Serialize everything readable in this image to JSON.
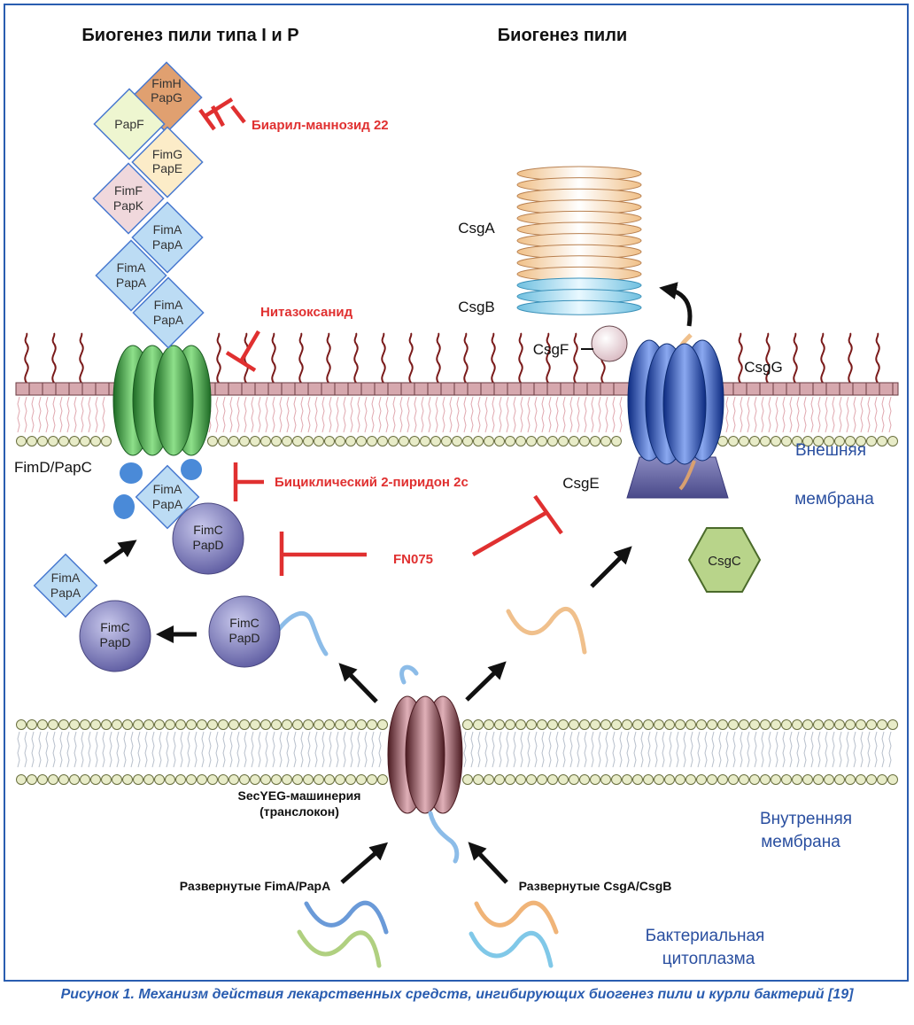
{
  "titles": {
    "left": "Биогенез пили  типа I и P",
    "right": "Биогенез пили"
  },
  "subunits": {
    "fimh": [
      "FimH",
      "PapG"
    ],
    "papf": "PapF",
    "fimg": [
      "FimG",
      "PapE"
    ],
    "fimf": [
      "FimF",
      "PapK"
    ],
    "fima": [
      "FimA",
      "PapA"
    ],
    "fimc": [
      "FimC",
      "PapD"
    ]
  },
  "labels": {
    "usher": "FimD/PapC",
    "csga": "CsgA",
    "csgb": "CsgB",
    "csgf": "CsgF",
    "csgg": "CsgG",
    "csge": "CsgE",
    "csgc": "CsgC",
    "outer_membrane": [
      "Внешняя",
      "мембрана"
    ],
    "inner_membrane": [
      "Внутренняя",
      "мембрана"
    ],
    "cytoplasm": [
      "Бактериальная",
      "цитоплазма"
    ],
    "secyeg": [
      "SecYEG-машинерия",
      "(транслокон)"
    ],
    "unfolded_fima": "Развернутые FimA/PapA",
    "unfolded_csga": "Развернутые CsgA/CsgB"
  },
  "inhibitors": {
    "biaryl": "Биарил-маннозид 22",
    "nitazoxanide": "Нитазоксанид",
    "bicyclic": "Бициклический 2-пиридон 2c",
    "fn075": "FN075"
  },
  "caption": "Рисунок 1. Механизм действия лекарственных средств, ингибирующих биогенез пили и курли бактерий [19]",
  "colors": {
    "frame": "#2a5db0",
    "inhibitor": "#e03030",
    "membrane_label": "#2a4fa0",
    "usher_green": "#3aa040",
    "csgg_blue": "#2048b0",
    "secyeg_red": "#8a3a40",
    "chaperone_purple": "#7a78b8"
  }
}
